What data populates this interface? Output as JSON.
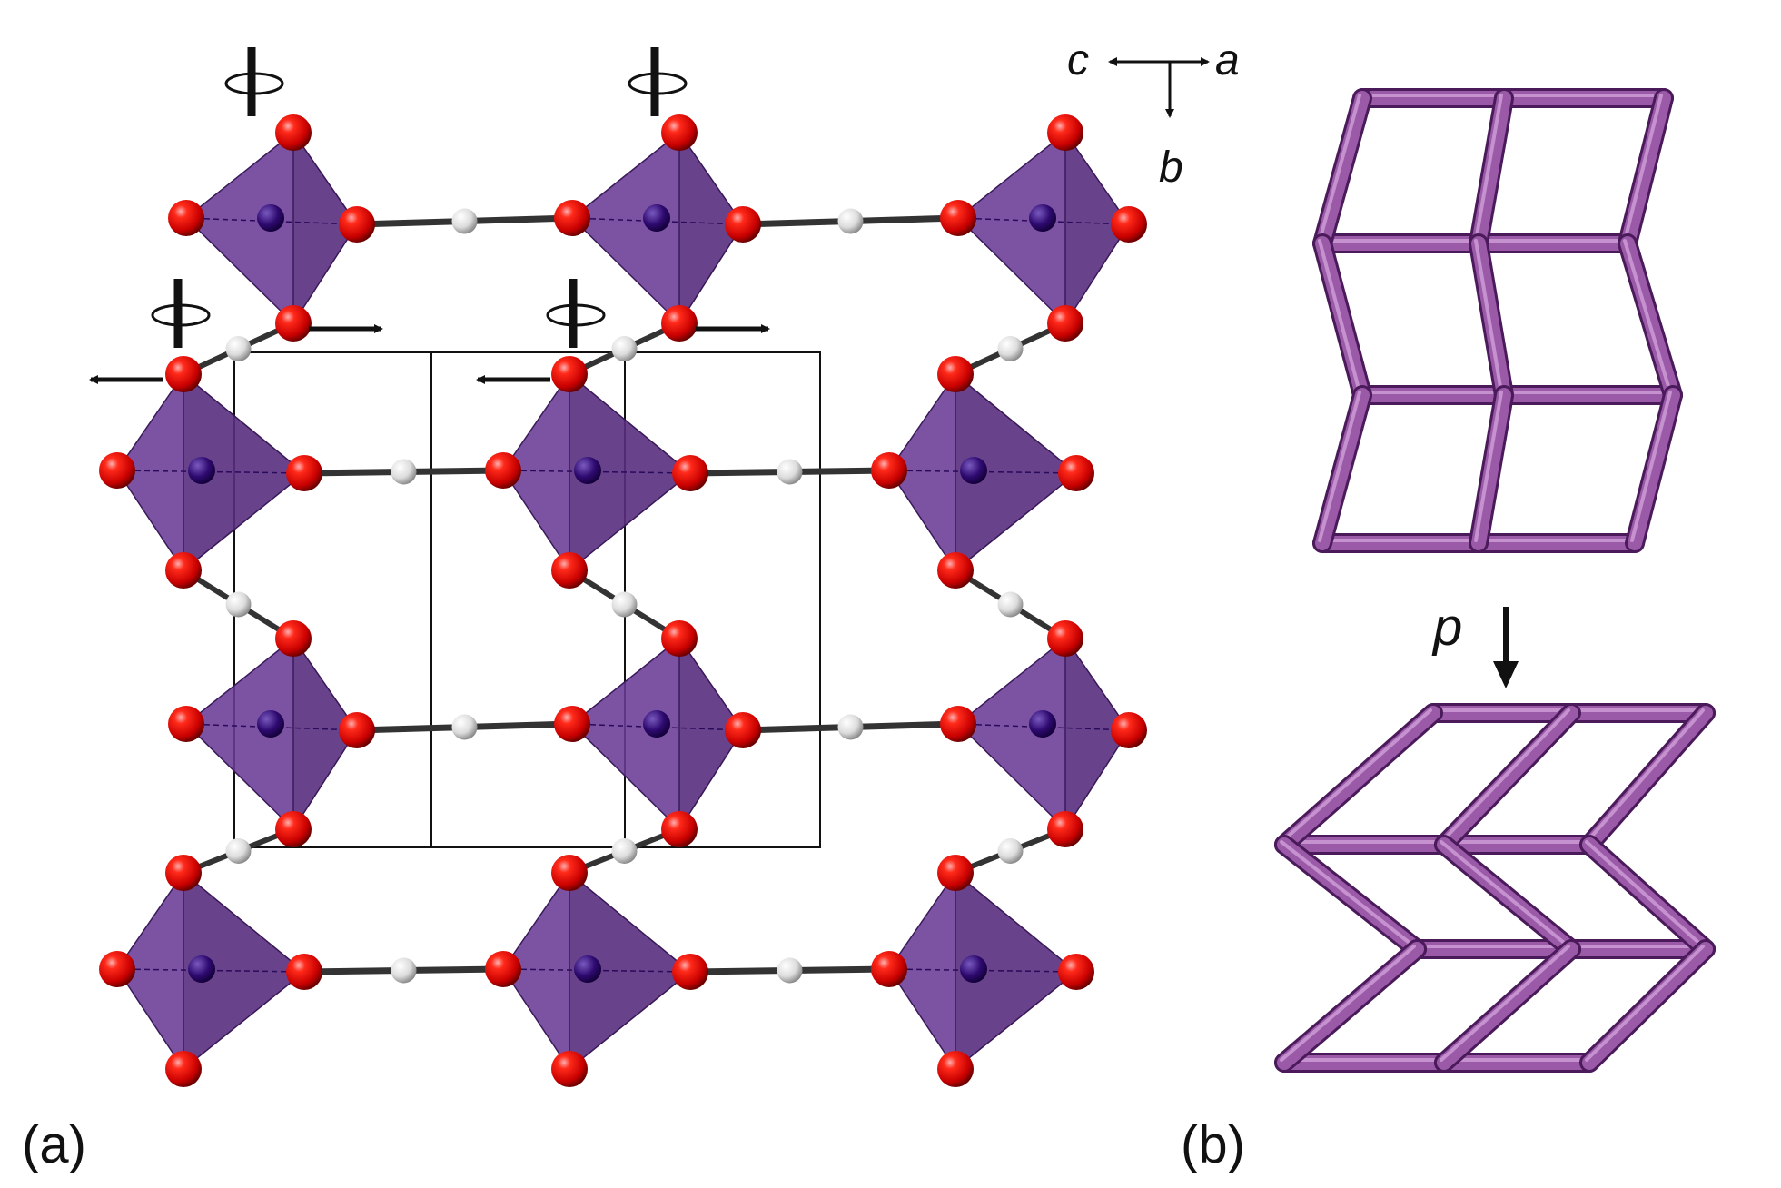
{
  "panel_a": {
    "label": "(a)",
    "axes": {
      "c": "c",
      "a": "a",
      "b": "b"
    }
  },
  "panel_b": {
    "label": "(b)",
    "pressure_label": "p"
  },
  "colors": {
    "oxygen": "#e00000",
    "hydrogen": "#eeeeee",
    "central_atom": "#3a0a7a",
    "tetrahedron": "#6a3a96",
    "framework": "#9a5aa8",
    "bond": "#333333",
    "cell": "#111111"
  }
}
